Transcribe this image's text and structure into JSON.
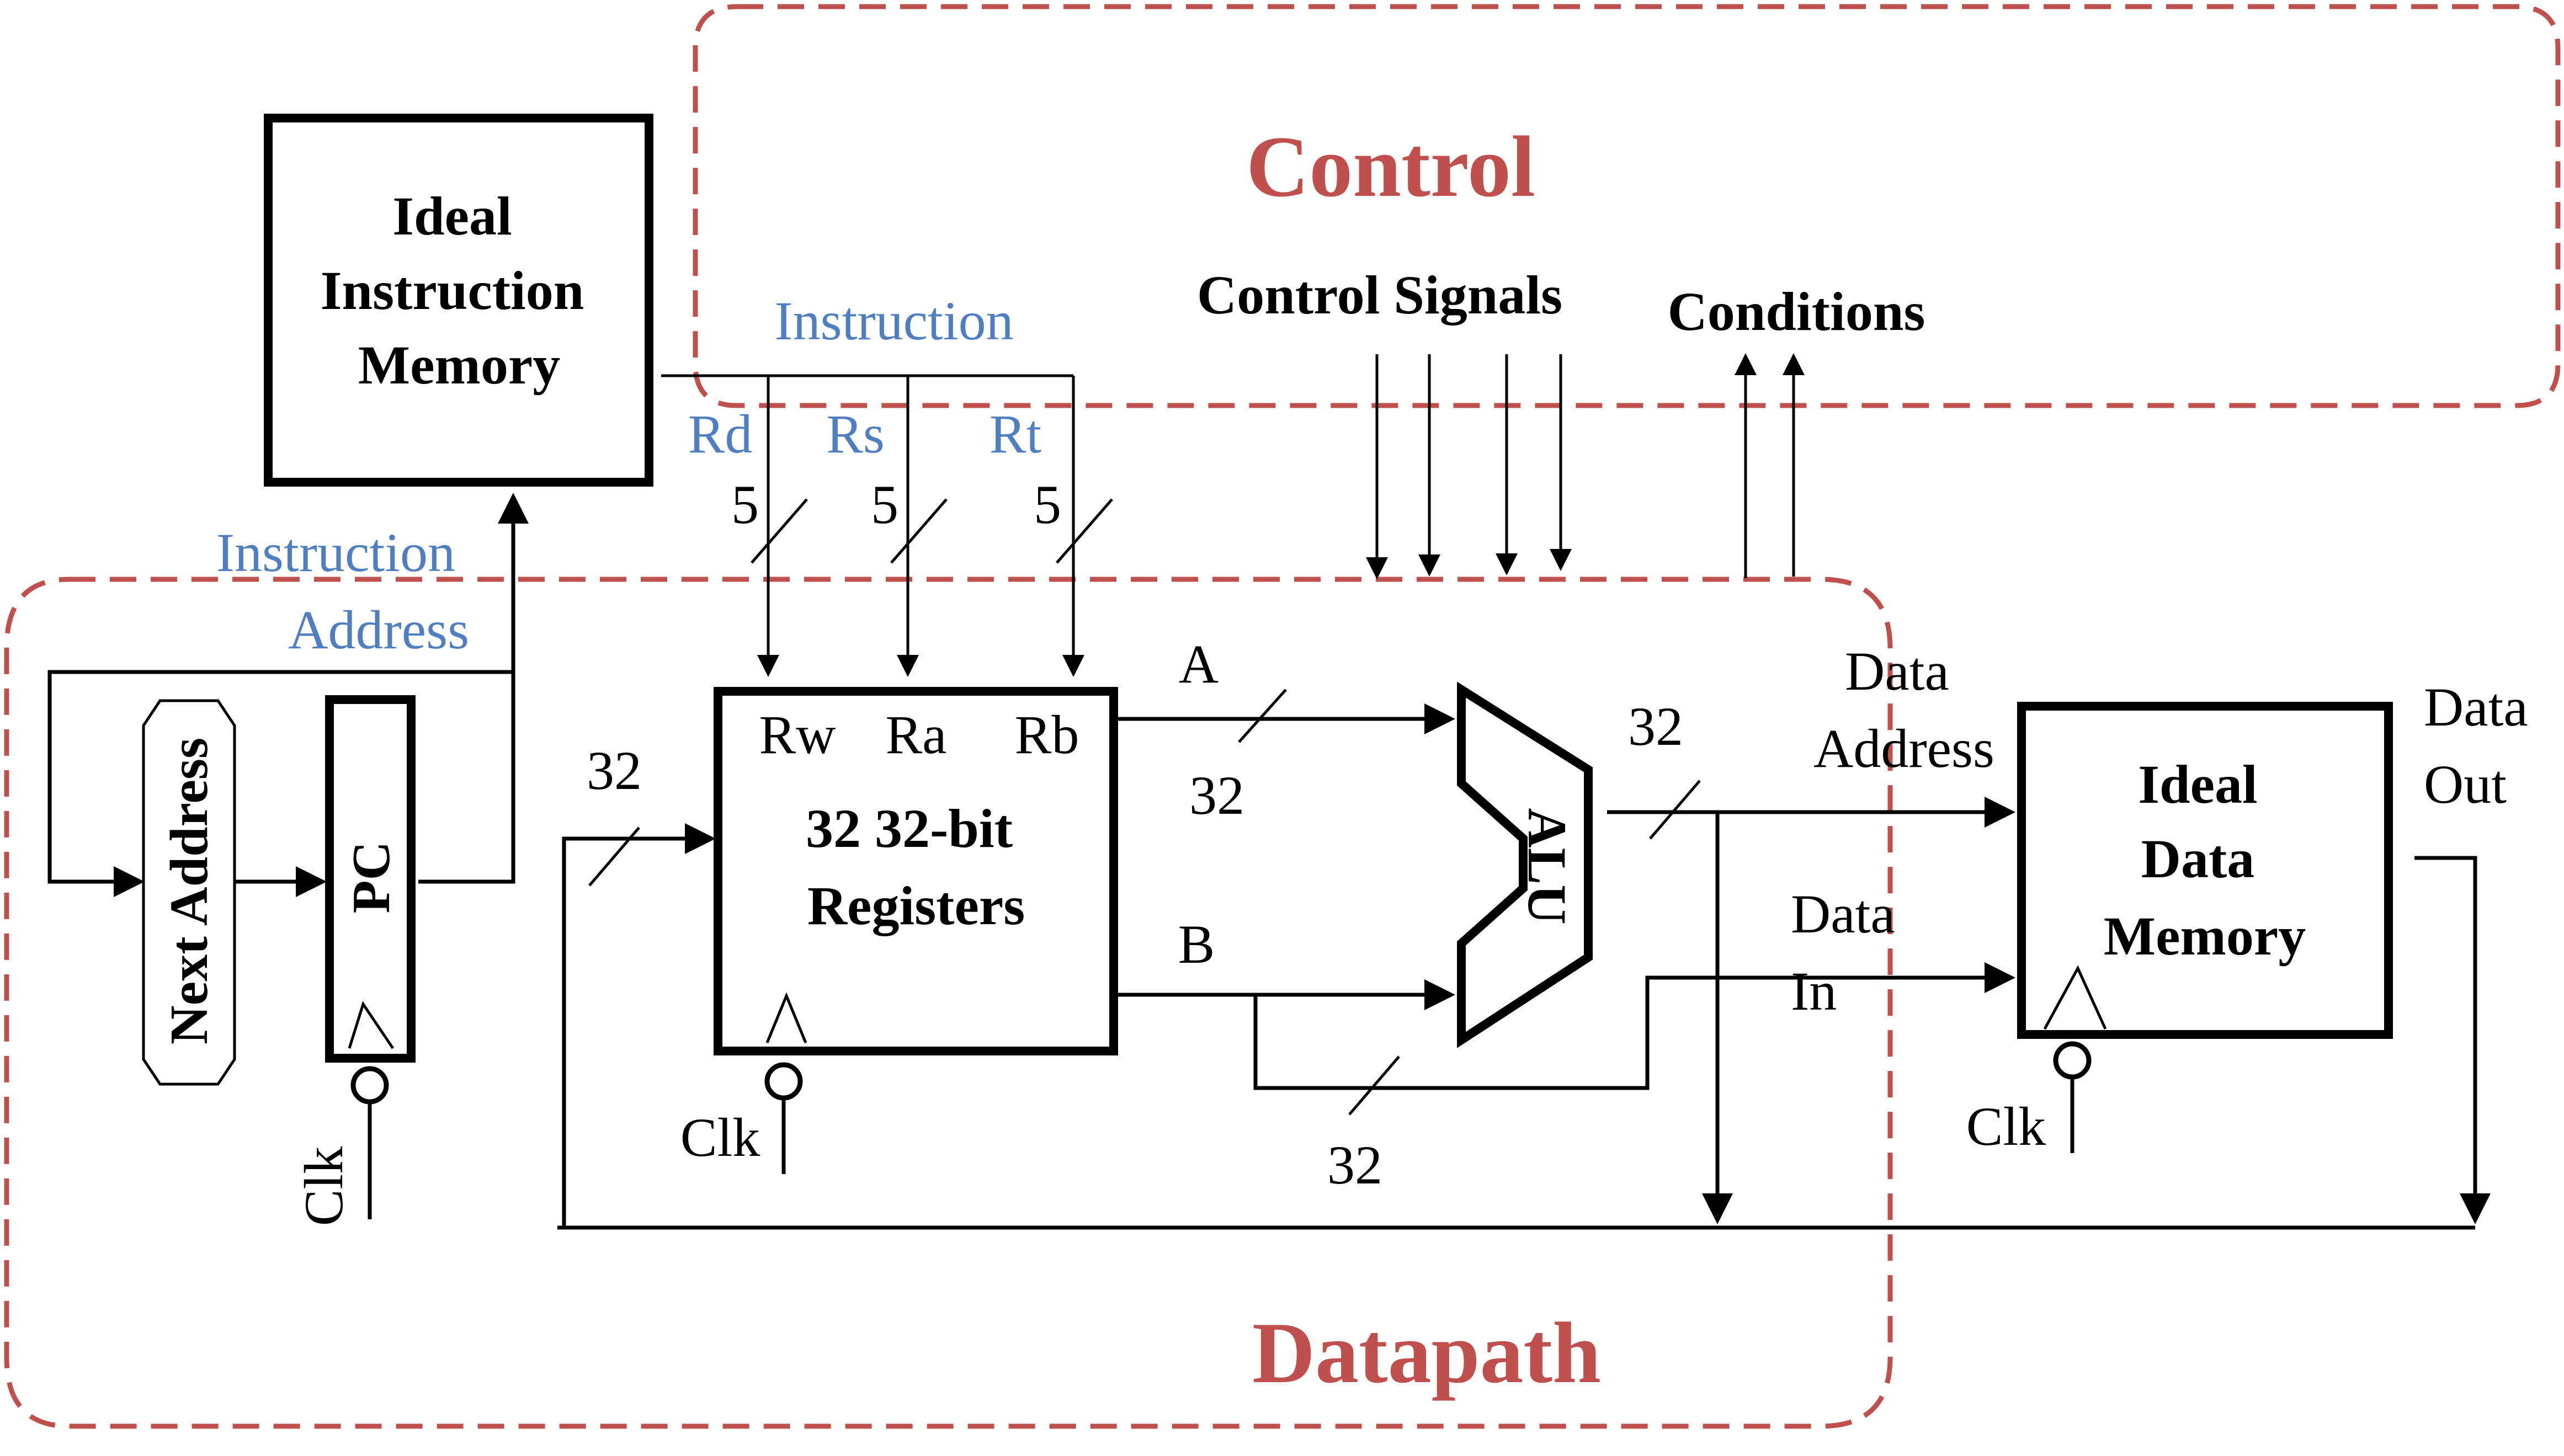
{
  "regions": {
    "control_title": "Control",
    "datapath_title": "Datapath"
  },
  "blocks": {
    "instruction_memory": [
      "Ideal",
      "Instruction",
      "Memory"
    ],
    "next_address": "Next Address",
    "pc": "PC",
    "registers": [
      "32 32-bit",
      "Registers"
    ],
    "register_ports": {
      "rw": "Rw",
      "ra": "Ra",
      "rb": "Rb"
    },
    "alu": "ALU",
    "data_memory": [
      "Ideal",
      "Data",
      "Memory"
    ]
  },
  "signals": {
    "instruction": "Instruction",
    "instruction_address": [
      "Instruction",
      "Address"
    ],
    "rd": "Rd",
    "rs": "Rs",
    "rt": "Rt",
    "field_width": "5",
    "bus_width": "32",
    "control_signals": "Control Signals",
    "conditions": "Conditions",
    "a": "A",
    "b": "B",
    "data_address": [
      "Data",
      "Address"
    ],
    "data_in": [
      "Data",
      "In"
    ],
    "data_out": [
      "Data",
      "Out"
    ],
    "clk": "Clk"
  },
  "colors": {
    "region_border": "#c0504d",
    "instruction_text": "#4f7fc0",
    "line": "#000000"
  }
}
